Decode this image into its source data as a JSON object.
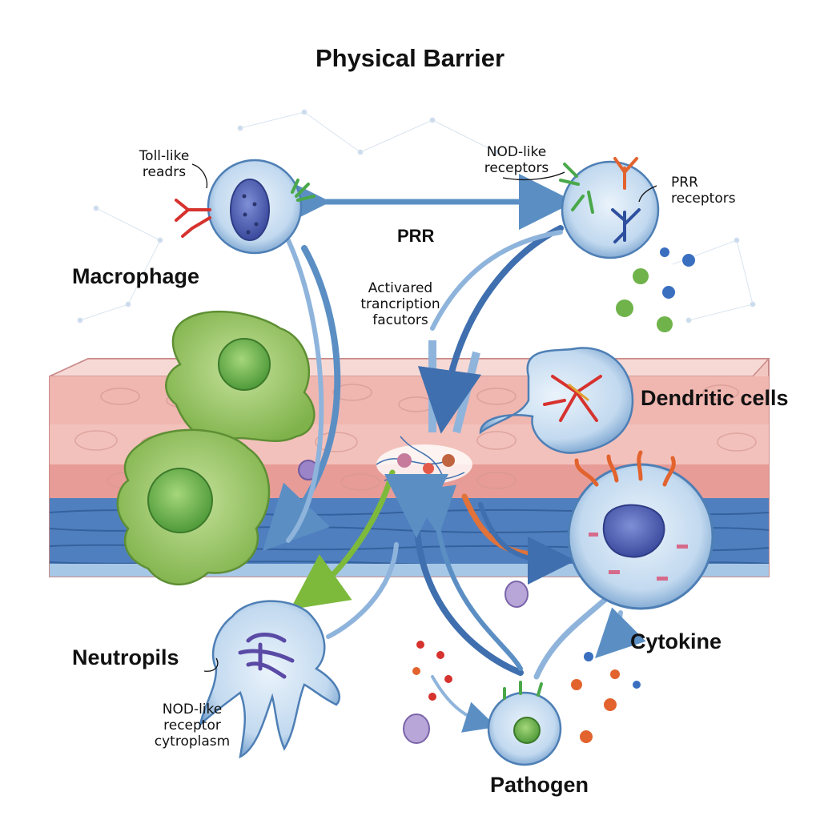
{
  "title": "Physical Barrier",
  "labels": {
    "macrophage": "Macrophage",
    "dendritic_cells": "Dendritic cells",
    "neutropils": "Neutropils",
    "cytokine": "Cytokine",
    "pathogen": "Pathogen",
    "prr": "PRR",
    "toll_like": [
      "Toll-like",
      "readrs"
    ],
    "nod_like_top": [
      "NOD-like",
      "receptors"
    ],
    "prr_receptors": [
      "PRR",
      "receptors"
    ],
    "activated_tf": [
      "Activared",
      "trancription",
      "facutors"
    ],
    "nod_like_bottom": [
      "NOD-like",
      "receptor",
      "cytroplasm"
    ]
  },
  "colors": {
    "arrow_blue": "#5b8fc4",
    "arrow_green": "#7dba3c",
    "arrow_orange": "#e0723a",
    "cell_blue": "#b9d3ec",
    "macrophage_green": "#9cc56c",
    "skin_pink": "#eaa6a2",
    "vessel_blue": "#3f6fae",
    "receptor_red": "#d6322e",
    "receptor_green": "#4aa84a"
  }
}
